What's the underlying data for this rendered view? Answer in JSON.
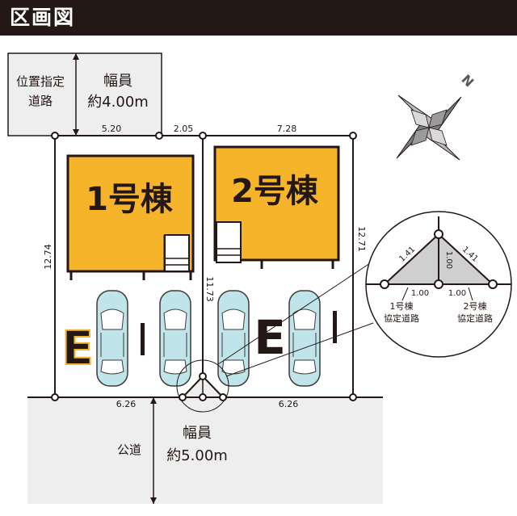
{
  "header": {
    "title": "区画図"
  },
  "colors": {
    "building": "#F5B42A",
    "car": "#BFE4EA",
    "road": "#EEEEEE",
    "header": "#231815"
  },
  "north_label": "N",
  "upper_road": {
    "name_line1": "位置指定",
    "name_line2": "道路",
    "width_line1": "幅員",
    "width_line2": "約4.00m"
  },
  "lower_road": {
    "name": "公道",
    "width_line1": "幅員",
    "width_line2": "約5.00m"
  },
  "buildings": [
    {
      "label": "1号棟",
      "entrance": "E"
    },
    {
      "label": "2号棟",
      "entrance": "E"
    }
  ],
  "dimensions": {
    "top_left": "5.20",
    "top_mid": "2.05",
    "top_right": "7.28",
    "left_side": "12.74",
    "right_side": "12.71",
    "middle": "11.73",
    "bottom_left": "6.26",
    "bottom_right": "6.26"
  },
  "detail": {
    "left_diag": "1.41",
    "right_diag": "1.41",
    "vertical": "1.00",
    "left_base": "1.00",
    "right_base": "1.00",
    "label1_line1": "1号棟",
    "label1_line2": "協定道路",
    "label2_line1": "2号棟",
    "label2_line2": "協定道路"
  }
}
